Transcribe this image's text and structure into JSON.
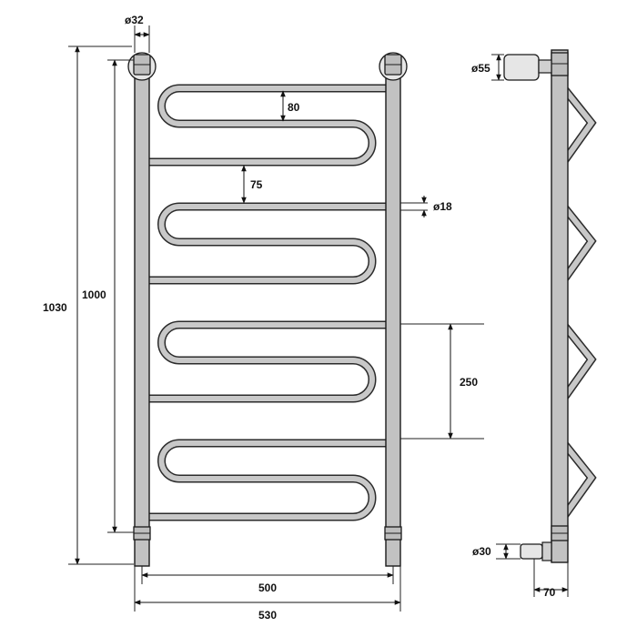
{
  "dimensions": {
    "pipe_diameter": "ø32",
    "rung_spacing": "80",
    "rung_gap": "75",
    "rung_diameter": "ø18",
    "inner_height": "1000",
    "overall_height": "1030",
    "module_height": "250",
    "inner_width": "500",
    "overall_width": "530",
    "side_top_diameter": "ø55",
    "side_bottom_diameter": "ø30",
    "wall_offset": "70"
  },
  "colors": {
    "pipe_fill": "#c2c2c2",
    "fitting_fill": "#e6e6e6",
    "line": "#1a1a1a"
  }
}
